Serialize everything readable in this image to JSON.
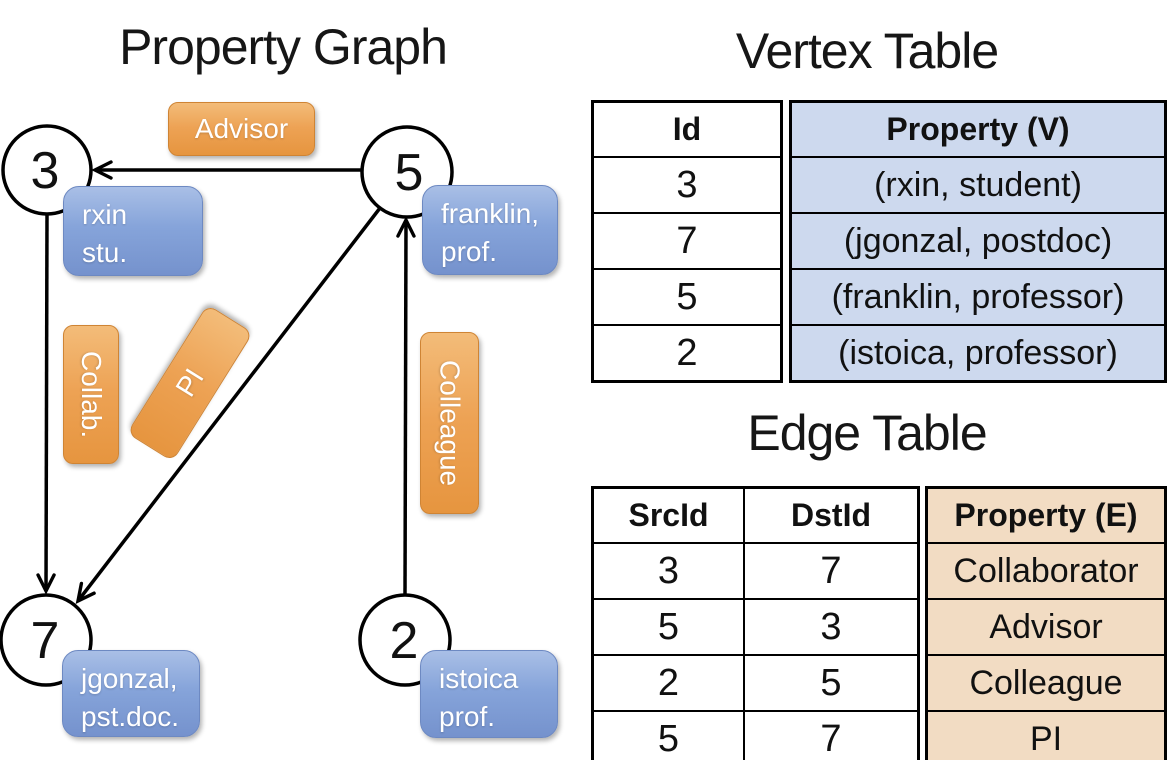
{
  "colors": {
    "edge_badge_orange": "#eda254",
    "node_property_blue": "#86a4da",
    "vertex_property_bg": "#cdd9ee",
    "edge_property_bg": "#f2dcc3",
    "line_color": "#000000"
  },
  "graph": {
    "title": "Property Graph",
    "nodes": [
      {
        "id": "3",
        "property": [
          "rxin",
          "stu."
        ]
      },
      {
        "id": "5",
        "property": [
          "franklin,",
          "prof."
        ]
      },
      {
        "id": "7",
        "property": [
          "jgonzal,",
          "pst.doc."
        ]
      },
      {
        "id": "2",
        "property": [
          "istoica",
          "prof."
        ]
      }
    ],
    "edge_badges": [
      {
        "label": "Advisor",
        "from": "5",
        "to": "3"
      },
      {
        "label": "Collab.",
        "from": "3",
        "to": "7"
      },
      {
        "label": "PI",
        "from": "5",
        "to": "7"
      },
      {
        "label": "Colleague",
        "from": "2",
        "to": "5"
      }
    ]
  },
  "vertex_table": {
    "title": "Vertex Table",
    "columns": [
      "Id",
      "Property (V)"
    ],
    "rows": [
      {
        "id": "3",
        "property": "(rxin, student)"
      },
      {
        "id": "7",
        "property": "(jgonzal, postdoc)"
      },
      {
        "id": "5",
        "property": "(franklin, professor)"
      },
      {
        "id": "2",
        "property": "(istoica, professor)"
      }
    ]
  },
  "edge_table": {
    "title": "Edge Table",
    "columns": [
      "SrcId",
      "DstId",
      "Property (E)"
    ],
    "rows": [
      {
        "src": "3",
        "dst": "7",
        "property": "Collaborator"
      },
      {
        "src": "5",
        "dst": "3",
        "property": "Advisor"
      },
      {
        "src": "2",
        "dst": "5",
        "property": "Colleague"
      },
      {
        "src": "5",
        "dst": "7",
        "property": "PI"
      }
    ]
  }
}
